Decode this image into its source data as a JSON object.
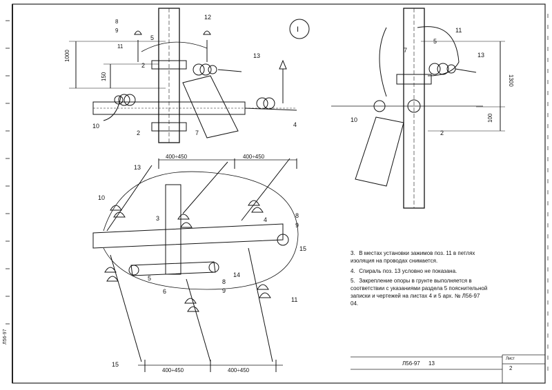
{
  "labels": {
    "view_number": "I",
    "dim_1000": "1000",
    "dim_150": "150",
    "dim_1300": "1300",
    "dim_100": "100",
    "dim_top_left": "400÷450",
    "dim_top_right": "400÷450",
    "dim_bottom_left": "400÷450",
    "dim_bottom_right": "400÷450",
    "pos_2": "2",
    "pos_3": "3",
    "pos_4": "4",
    "pos_5": "5",
    "pos_6": "6",
    "pos_7": "7",
    "pos_8": "8",
    "pos_9": "9",
    "pos_10": "10",
    "pos_11": "11",
    "pos_12": "12",
    "pos_13": "13",
    "pos_14": "14",
    "pos_15": "15"
  },
  "notes": [
    {
      "num": "3.",
      "text": "В местах установки зажимов поз. 11 в петлях изоляция на проводах снимается."
    },
    {
      "num": "4.",
      "text": "Спираль поз. 13 условно не показана."
    },
    {
      "num": "5.",
      "text": "Закрепление опоры в грунте выполняется в соответствии с указаниями раздела 5 пояснительной записки и чертежей на листах 4 и 5 арх. № Л56-97 04."
    }
  ],
  "title_block": {
    "code": "Л56-97",
    "sheet_code": "13",
    "sheet_label": "Лист",
    "sheet_number": "2"
  },
  "side_code": "Л56-97"
}
